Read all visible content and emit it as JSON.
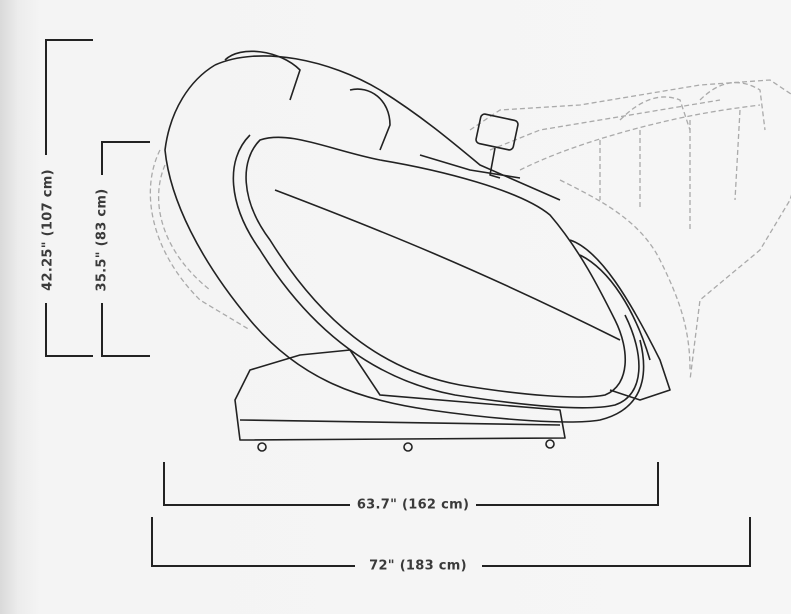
{
  "dimensions": {
    "overall_height": "42.25\" (107 cm)",
    "seat_height": "35.5\" (83 cm)",
    "upright_length": "63.7\" (162 cm)",
    "reclined_length": "72\" (183 cm)"
  },
  "colors": {
    "line": "#222222",
    "dashed": "#aaaaaa",
    "label": "#3a3a3a"
  }
}
